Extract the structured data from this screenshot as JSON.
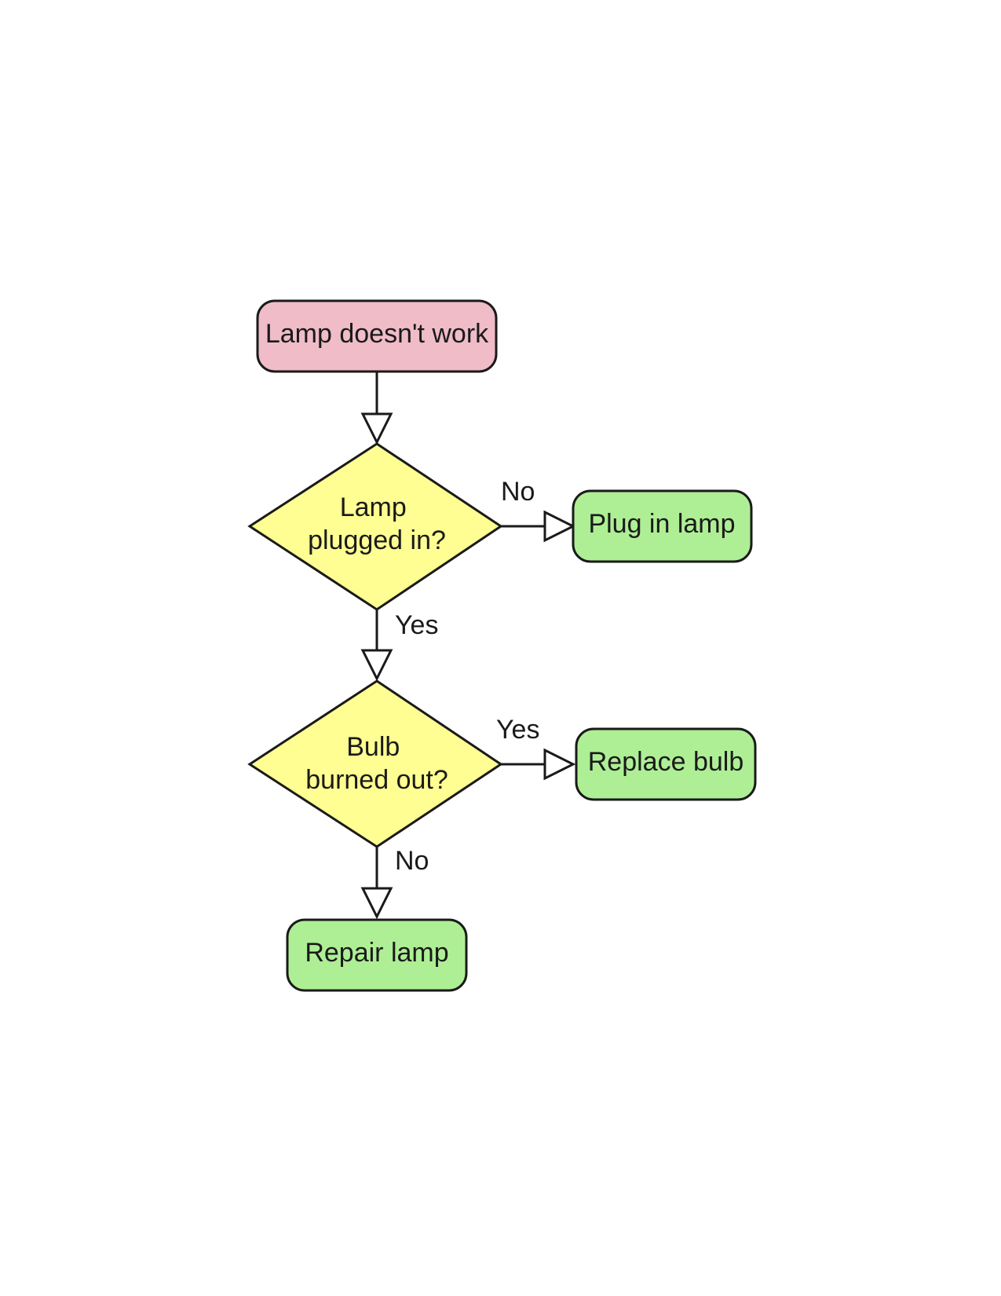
{
  "colors": {
    "start_fill": "#efbcc8",
    "decision_fill": "#fefe92",
    "action_fill": "#aeef95",
    "stroke": "#1a1a1a"
  },
  "nodes": {
    "start": {
      "lines": [
        "Lamp doesn't work"
      ]
    },
    "decision_plugged": {
      "lines": [
        "Lamp",
        "plugged in?"
      ]
    },
    "action_plug": {
      "lines": [
        "Plug in lamp"
      ]
    },
    "decision_bulb": {
      "lines": [
        "Bulb",
        "burned out?"
      ]
    },
    "action_replace": {
      "lines": [
        "Replace bulb"
      ]
    },
    "action_repair": {
      "lines": [
        "Repair lamp"
      ]
    }
  },
  "edges": {
    "plugged_no": "No",
    "plugged_yes": "Yes",
    "bulb_yes": "Yes",
    "bulb_no": "No"
  }
}
